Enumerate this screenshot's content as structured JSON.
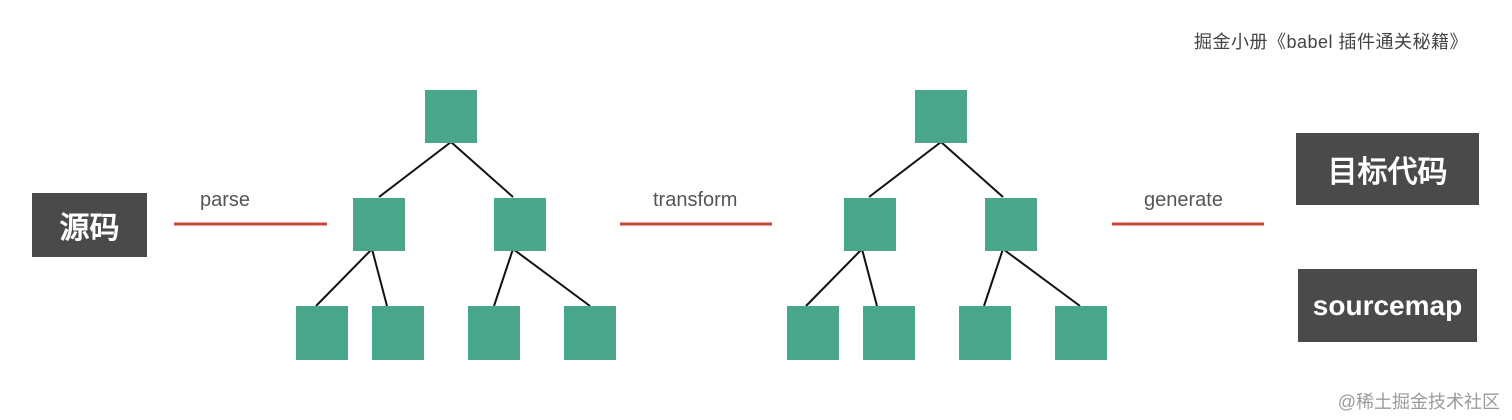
{
  "caption": "掘金小册《babel 插件通关秘籍》",
  "source_label": "源码",
  "target_label": "目标代码",
  "sourcemap_label": "sourcemap",
  "steps": {
    "parse": "parse",
    "transform": "transform",
    "generate": "generate"
  },
  "watermark": "@稀土掘金技术社区",
  "colors": {
    "node": "#4aa68a",
    "box": "#4a4a4a",
    "underline": "#c8473c"
  }
}
